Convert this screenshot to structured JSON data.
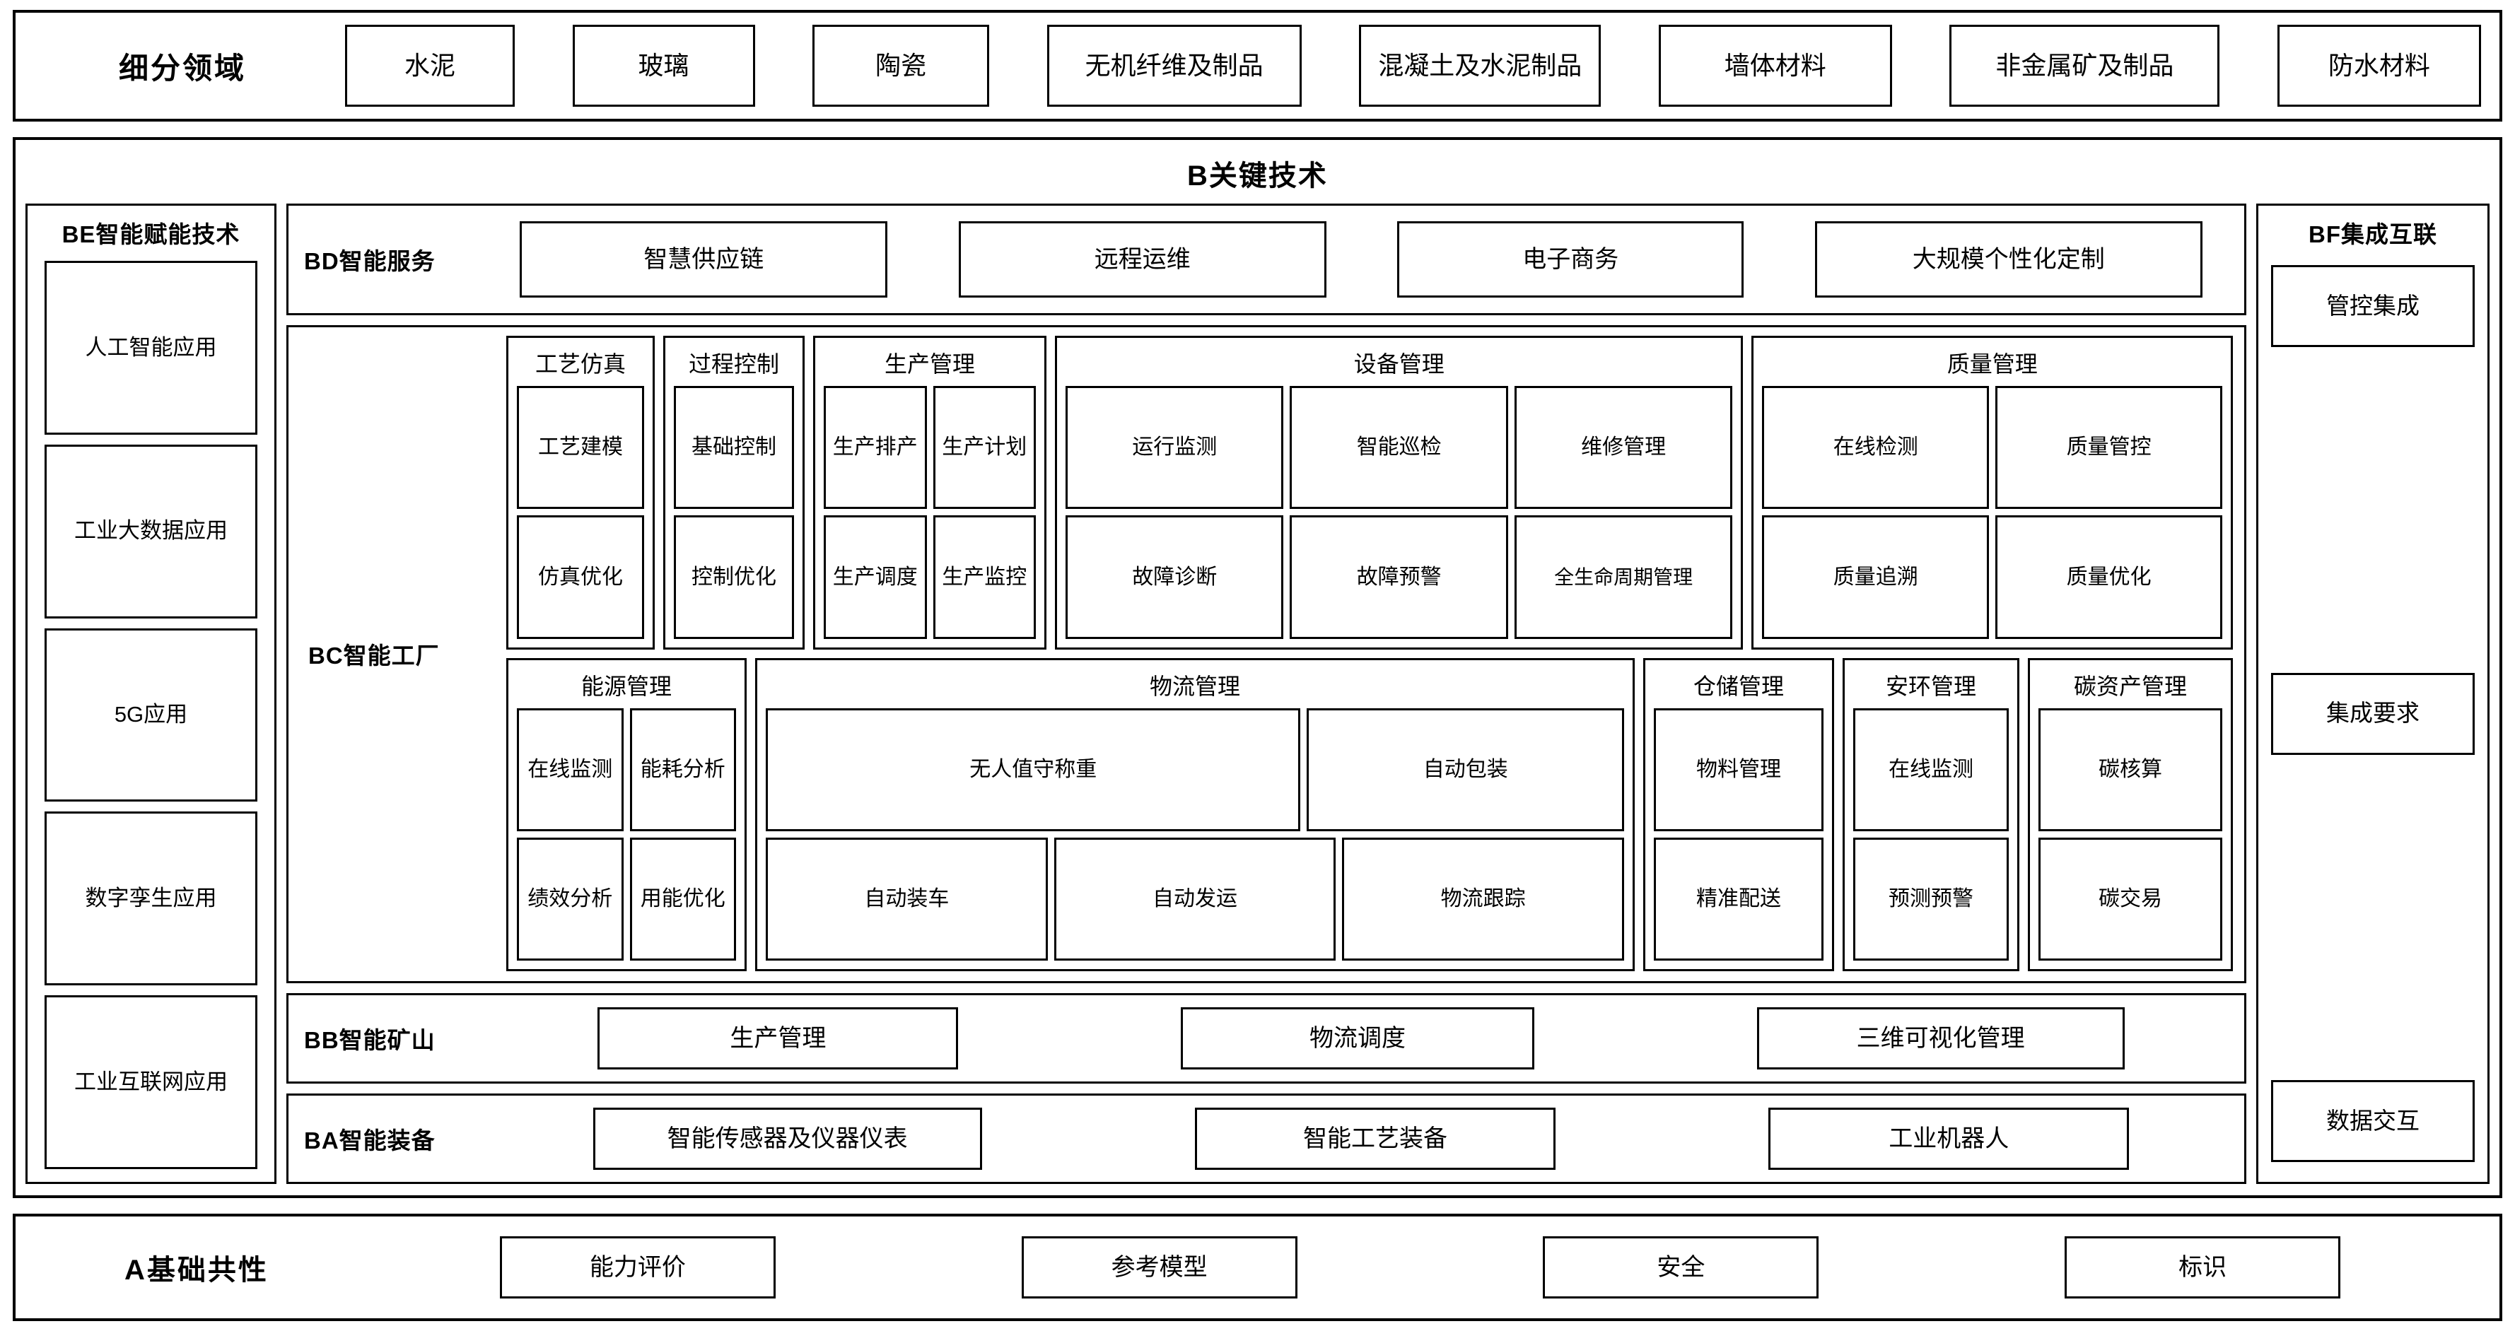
{
  "segment": {
    "title": "细分领域",
    "items": [
      "水泥",
      "玻璃",
      "陶瓷",
      "无机纤维及制品",
      "混凝土及水泥制品",
      "墙体材料",
      "非金属矿及制品",
      "防水材料"
    ]
  },
  "key_tech": {
    "title": "B关键技术",
    "enabling": {
      "title": "BE智能赋能技术",
      "items": [
        "人工智能应用",
        "工业大数据应用",
        "5G应用",
        "数字孪生应用",
        "工业互联网应用"
      ]
    },
    "service": {
      "label": "BD智能服务",
      "items": [
        "智慧供应链",
        "远程运维",
        "电子商务",
        "大规模个性化定制"
      ]
    },
    "factory": {
      "label": "BC智能工厂",
      "band1": [
        {
          "title": "工艺仿真",
          "cells": [
            "工艺建模",
            "仿真优化"
          ]
        },
        {
          "title": "过程控制",
          "cells": [
            "基础控制",
            "控制优化"
          ]
        },
        {
          "title": "生产管理",
          "cells": [
            "生产排产",
            "生产计划",
            "生产调度",
            "生产监控"
          ]
        },
        {
          "title": "设备管理",
          "cells": [
            "运行监测",
            "智能巡检",
            "维修管理",
            "故障诊断",
            "故障预警",
            "全生命周期管理"
          ]
        },
        {
          "title": "质量管理",
          "cells": [
            "在线检测",
            "质量管控",
            "质量追溯",
            "质量优化"
          ]
        }
      ],
      "band2": [
        {
          "title": "能源管理",
          "cells": [
            "在线监测",
            "能耗分析",
            "绩效分析",
            "用能优化"
          ]
        },
        {
          "title": "物流管理",
          "cells": [
            "无人值守称重",
            "自动包装",
            "自动装车",
            "自动发运",
            "物流跟踪"
          ]
        },
        {
          "title": "仓储管理",
          "cells": [
            "物料管理",
            "精准配送"
          ]
        },
        {
          "title": "安环管理",
          "cells": [
            "在线监测",
            "预测预警"
          ]
        },
        {
          "title": "碳资产管理",
          "cells": [
            "碳核算",
            "碳交易"
          ]
        }
      ]
    },
    "mine": {
      "label": "BB智能矿山",
      "items": [
        "生产管理",
        "物流调度",
        "三维可视化管理"
      ]
    },
    "equipment": {
      "label": "BA智能装备",
      "items": [
        "智能传感器及仪器仪表",
        "智能工艺装备",
        "工业机器人"
      ]
    },
    "integration": {
      "title": "BF集成互联",
      "items": [
        "管控集成",
        "集成要求",
        "数据交互"
      ]
    }
  },
  "foundation": {
    "title": "A基础共性",
    "items": [
      "能力评价",
      "参考模型",
      "安全",
      "标识"
    ]
  }
}
